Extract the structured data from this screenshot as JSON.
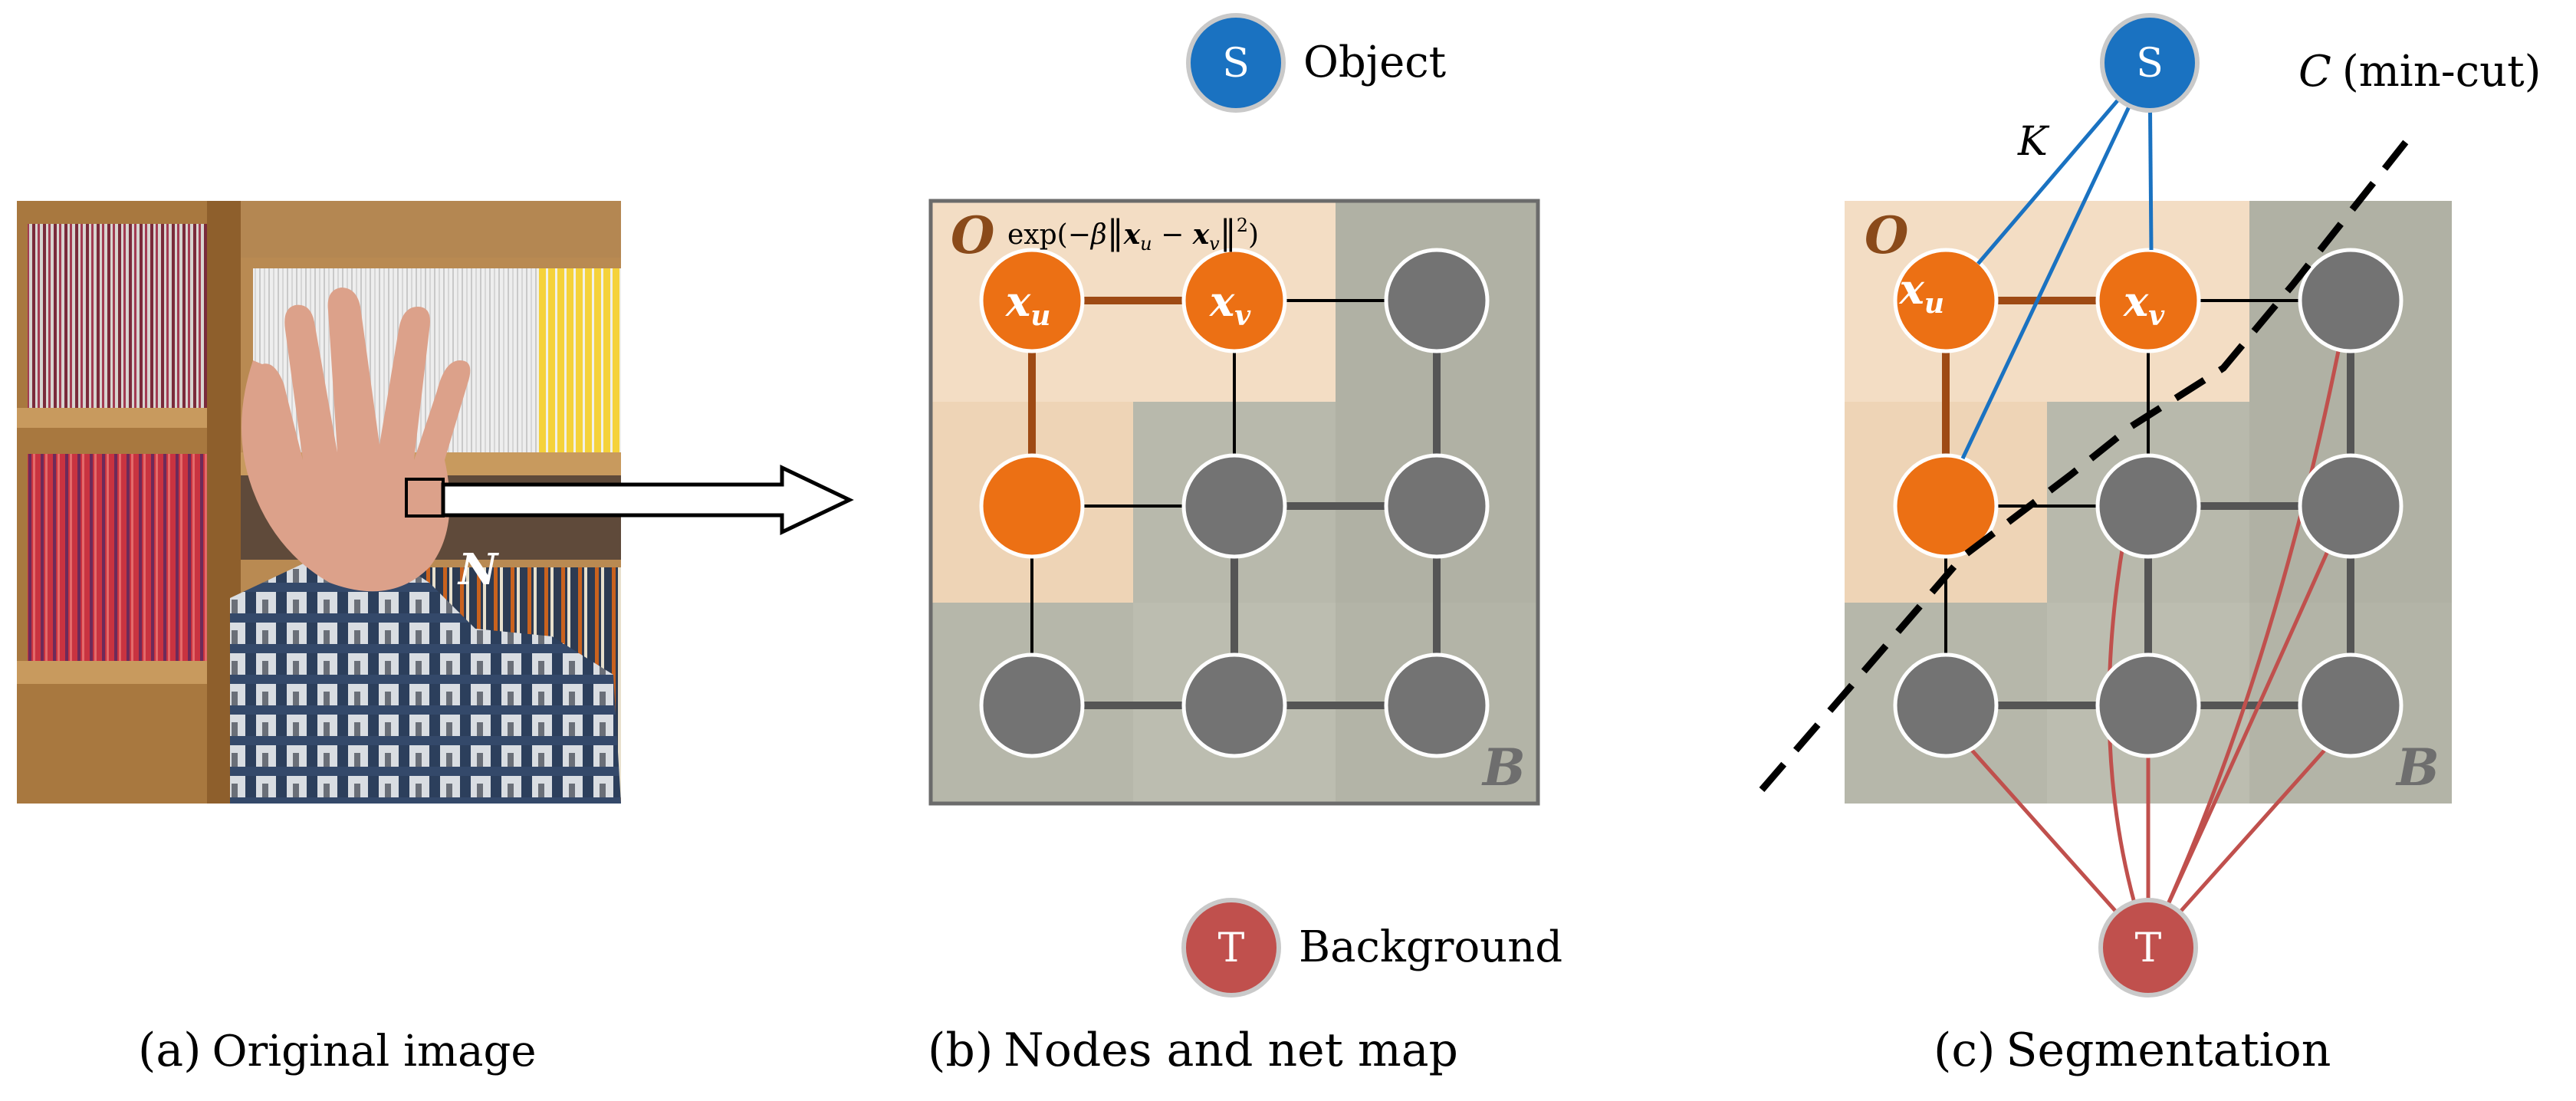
{
  "panels": {
    "a": {
      "caption_prefix": "(a)",
      "caption_text": "Original image",
      "neighborhood_label": "N"
    },
    "b": {
      "caption_prefix": "(b)",
      "caption_text": "Nodes and net map",
      "source_label": "S",
      "source_name": "Object",
      "sink_label": "T",
      "sink_name": "Background",
      "object_region_label": "O",
      "background_region_label": "B",
      "node_u_label": "x",
      "node_u_sub": "u",
      "node_v_label": "x",
      "node_v_sub": "v",
      "weight_formula": {
        "prefix": "exp(−",
        "beta": "β",
        "open_norm": "‖",
        "xu": "x",
        "xu_sub": "u",
        "minus": " − ",
        "xv": "x",
        "xv_sub": "v",
        "close_norm": "‖",
        "power": "2",
        "suffix": ")"
      }
    },
    "c": {
      "caption_prefix": "(c)",
      "caption_text": "Segmentation",
      "source_label": "S",
      "sink_label": "T",
      "object_region_label": "O",
      "background_region_label": "B",
      "node_u_label": "x",
      "node_u_sub": "u",
      "node_v_label": "x",
      "node_v_sub": "v",
      "k_label": "K",
      "cut_label_var": "C",
      "cut_label_text": "(min-cut)"
    }
  },
  "colors": {
    "object_node": "#ec7014",
    "background_node": "#737373",
    "source_node": "#1a72c1",
    "sink_node": "#c0504d",
    "object_region": "#f3ddc4",
    "background_region": "#b4b5a8",
    "strong_edge_object": "#9e4a14",
    "strong_edge_background": "#555555",
    "source_link": "#1a72c1",
    "sink_link": "#c0504d",
    "region_label": "#8a4a1a",
    "b_label": "#6e6e6e"
  }
}
